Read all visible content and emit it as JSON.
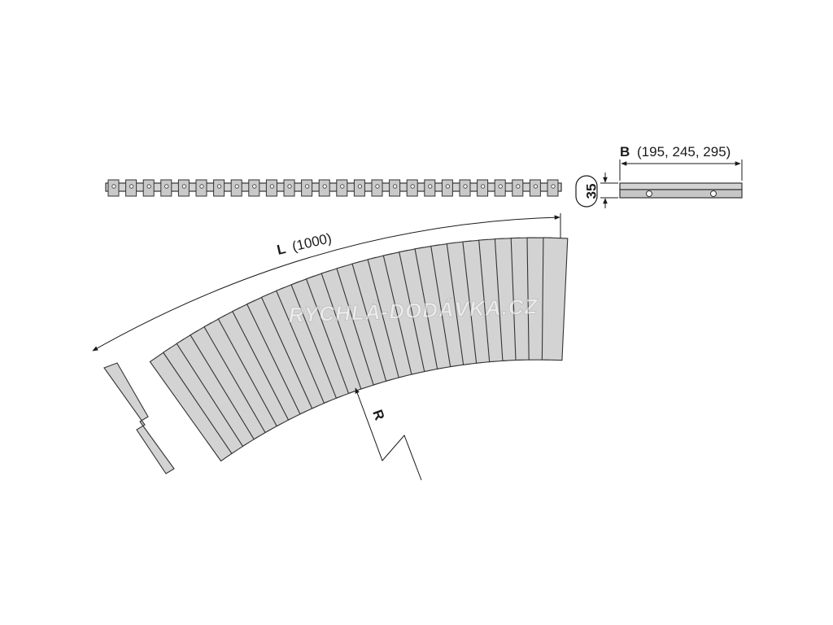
{
  "dimensions": {
    "length": {
      "letter": "L",
      "value": "(1000)"
    },
    "width": {
      "letter": "B",
      "value": "(195, 245, 295)"
    },
    "height": {
      "value": "35"
    },
    "radius": {
      "letter": "R"
    }
  },
  "watermark": {
    "text": "RYCHLÁ-DODÁVKA.CZ"
  },
  "colors": {
    "slat_fill": "#d3d3d3",
    "slat_stroke": "#333333",
    "dimension_line": "#1a1a1a",
    "background": "#ffffff"
  }
}
